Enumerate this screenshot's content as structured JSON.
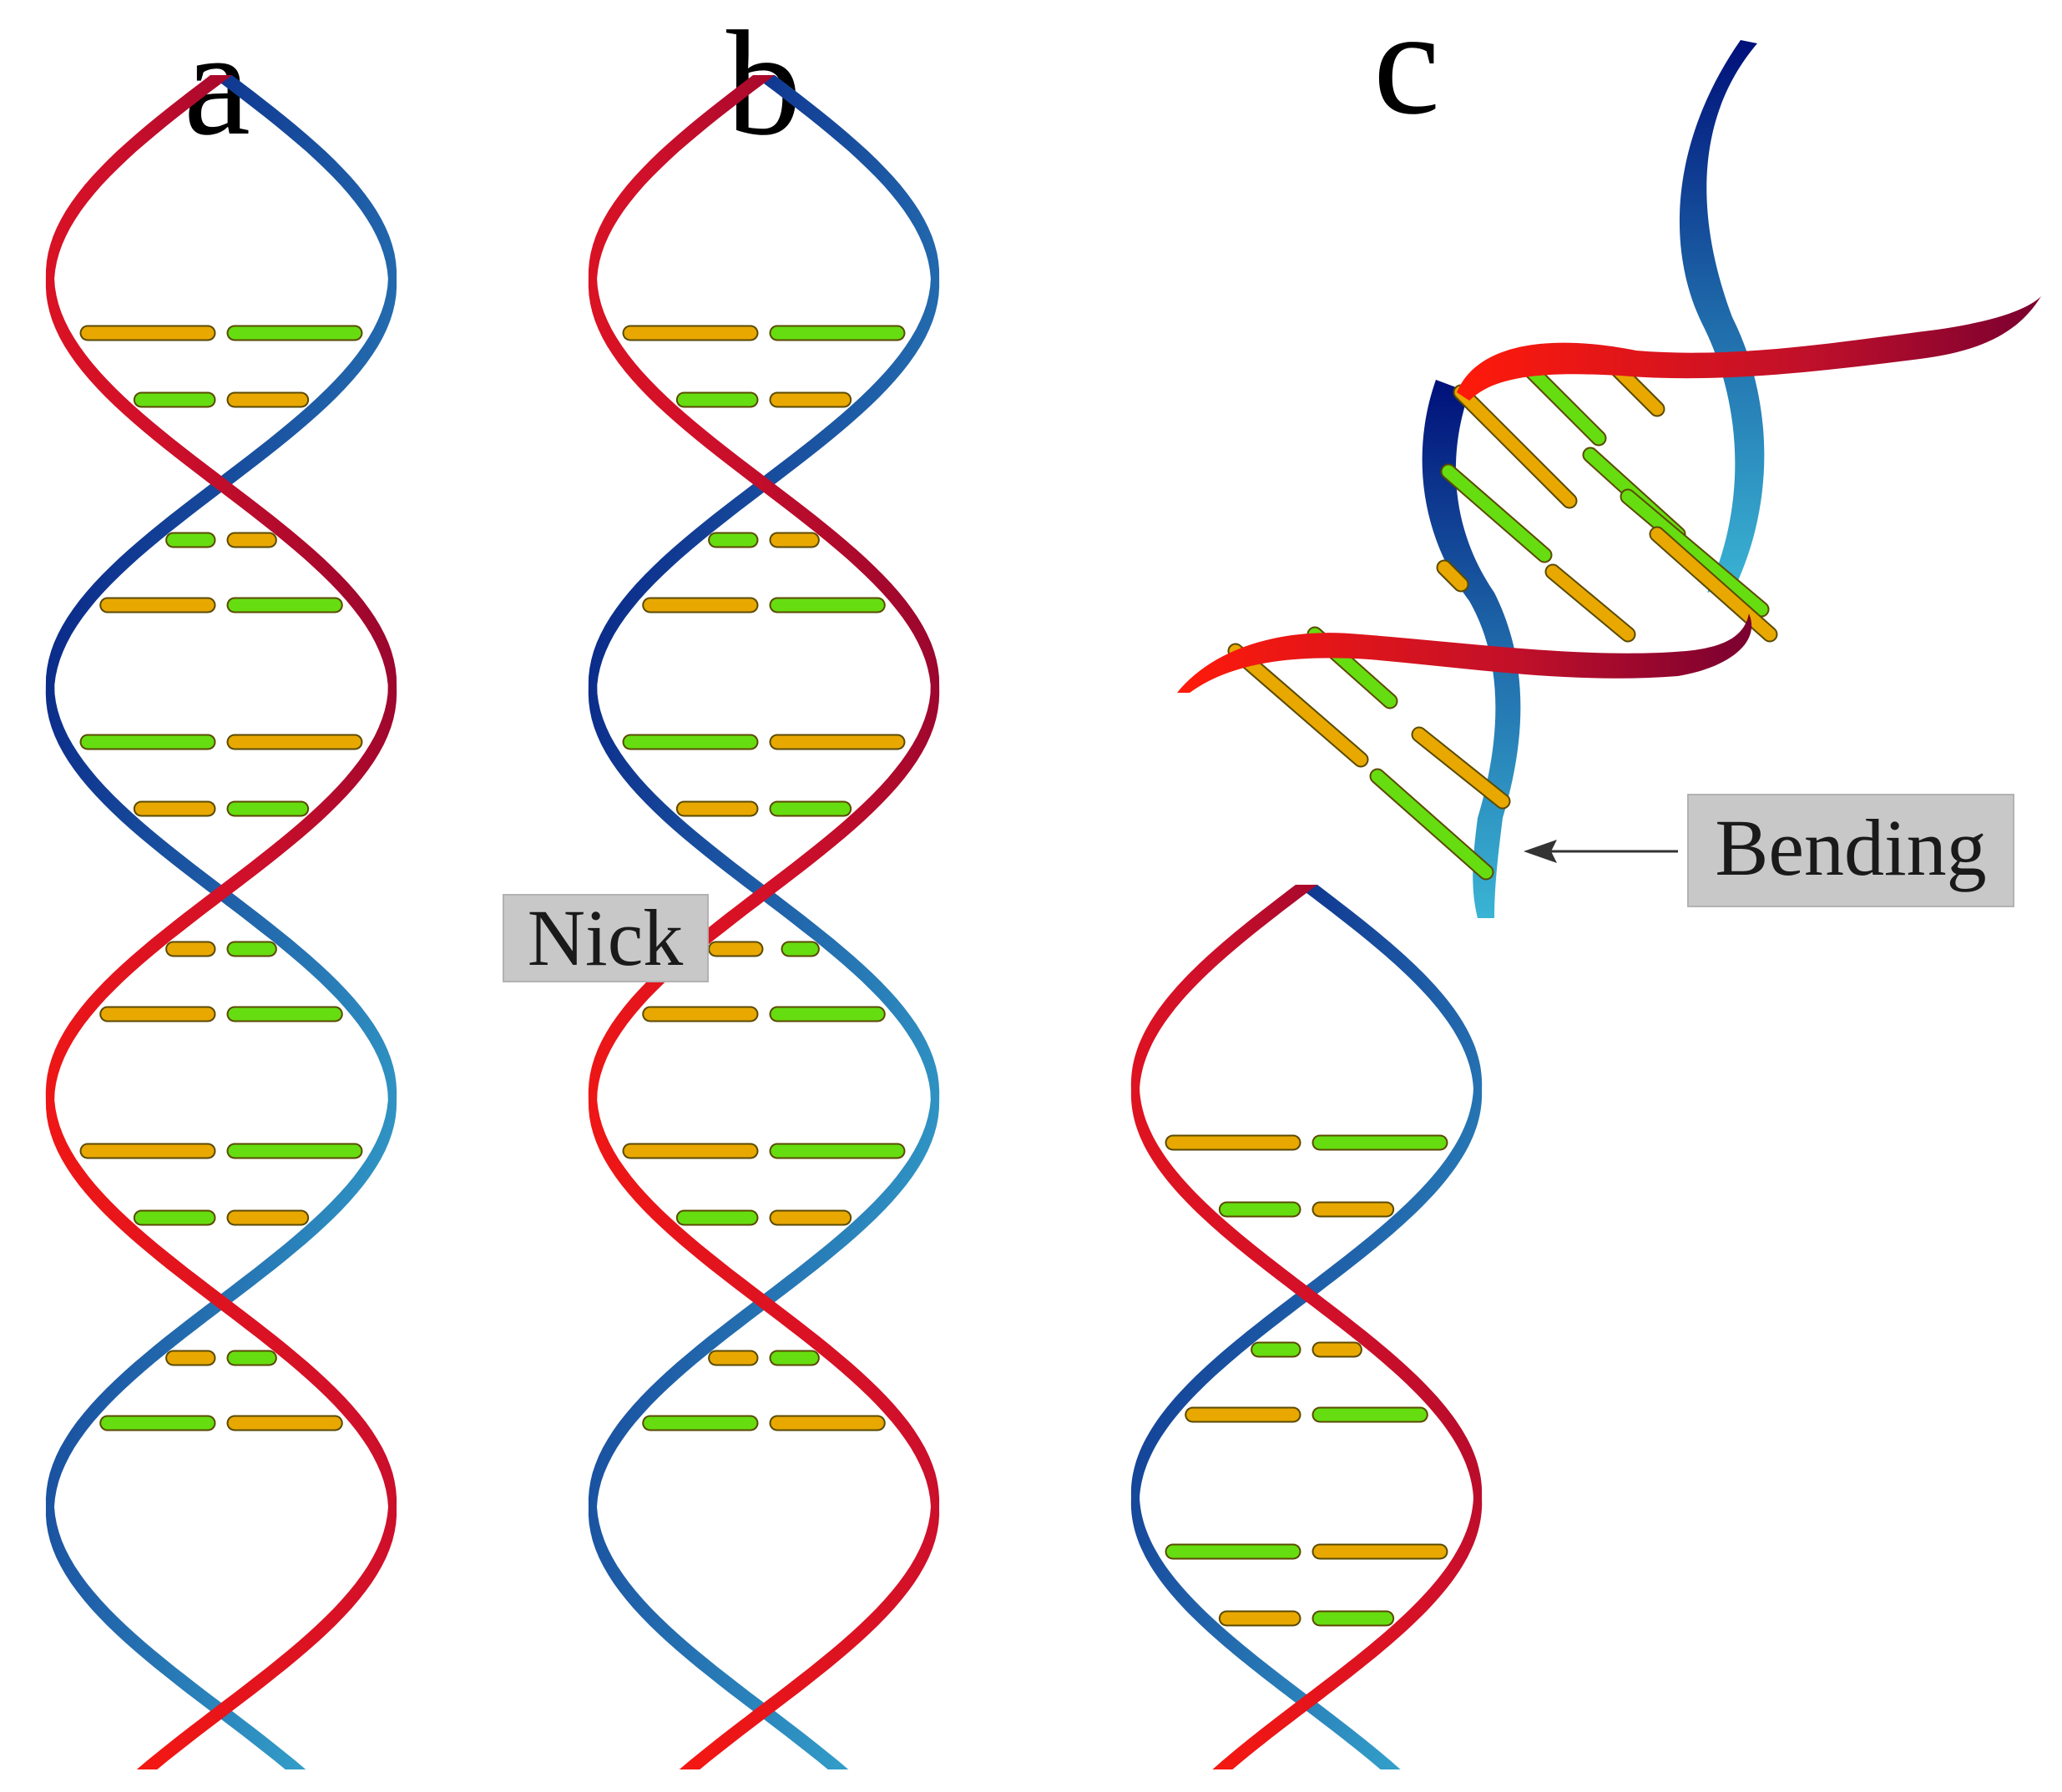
{
  "panels": [
    {
      "letter": "a",
      "variant": "intact"
    },
    {
      "letter": "b",
      "variant": "nick"
    },
    {
      "letter": "c",
      "variant": "bending"
    }
  ],
  "annotations": {
    "nick_label": "Nick",
    "bending_label": "Bending"
  },
  "colors": {
    "strand_red_light": "#ff1a0a",
    "strand_red_dark": "#7a0030",
    "strand_blue_dark": "#00107a",
    "strand_blue_light": "#3ab4d4",
    "base_yellow": "#e8a800",
    "base_green": "#66dd10",
    "base_outline": "#5a4a00",
    "label_box": "#c8c8c8",
    "arrow": "#333333"
  },
  "icons": {
    "arrow": "left-arrow-icon"
  }
}
